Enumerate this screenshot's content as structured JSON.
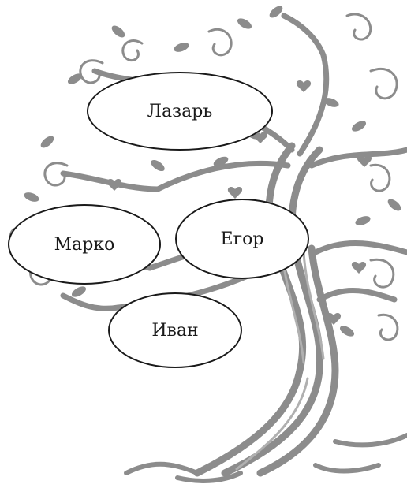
{
  "diagram": {
    "nodes": [
      {
        "id": "lazar",
        "label": "Лазарь"
      },
      {
        "id": "marko",
        "label": "Марко"
      },
      {
        "id": "egor",
        "label": "Егор"
      },
      {
        "id": "ivan",
        "label": "Иван"
      }
    ]
  },
  "colors": {
    "tree": "#8c8c8c",
    "tree_dark": "#6e6e6e",
    "node_border": "#1a1a1a",
    "node_fill": "#ffffff",
    "background": "#ffffff"
  },
  "icons": {
    "background": "tree-of-life-illustration"
  }
}
